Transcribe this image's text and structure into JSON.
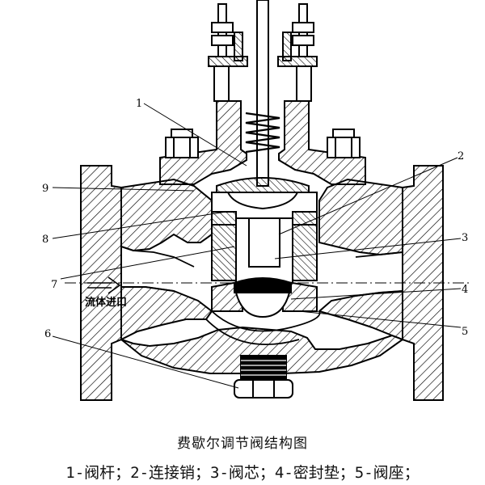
{
  "diagram": {
    "title": "费歇尔调节阀结构图",
    "legend_line": "1-阀杆；2-连接销；3-阀芯；4-密封垫；5-阀座；",
    "flow_label": "流体进口",
    "callouts": [
      "1",
      "2",
      "3",
      "4",
      "5",
      "6",
      "7",
      "8",
      "9"
    ]
  }
}
